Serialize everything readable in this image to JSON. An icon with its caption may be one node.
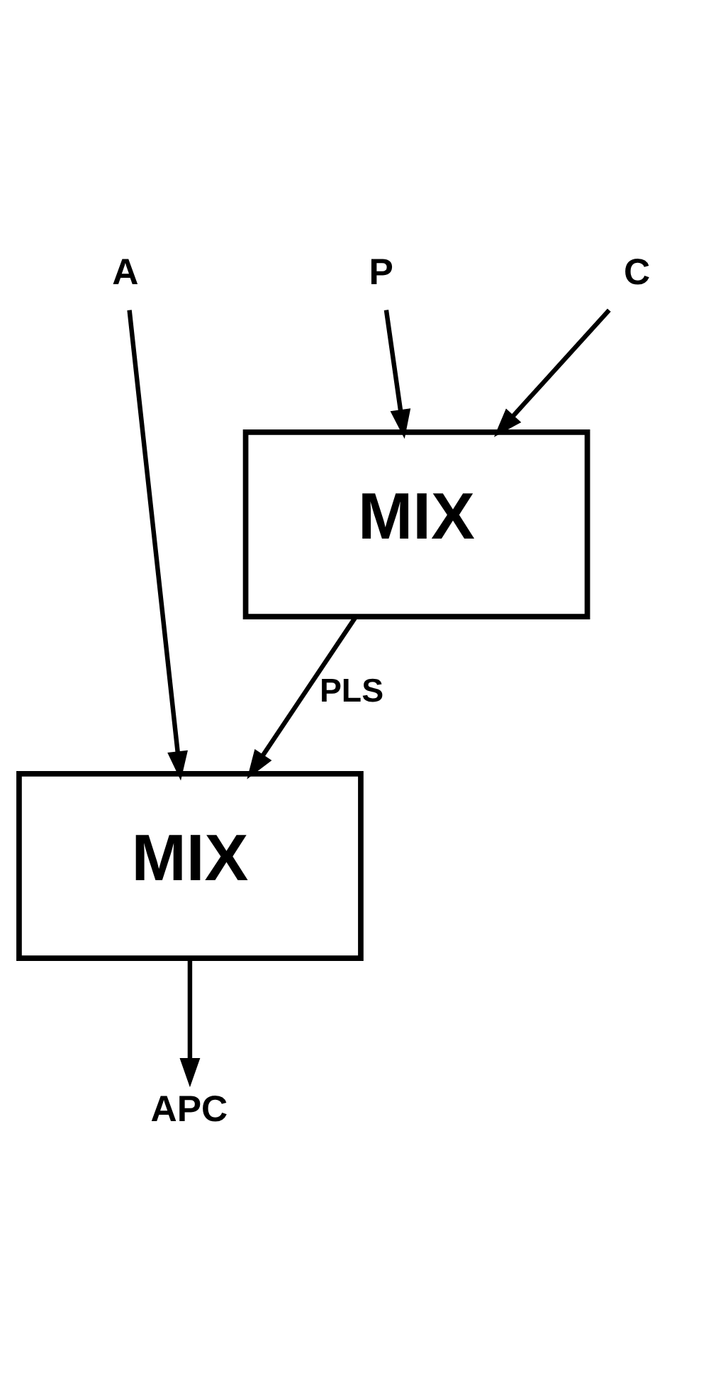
{
  "diagram": {
    "nodes": [
      {
        "text": [
          "A"
        ]
      },
      {
        "text": [
          "P"
        ]
      },
      {
        "text": [
          "C"
        ]
      },
      {
        "text": [
          "MIX"
        ]
      },
      {
        "text": [
          "MIX"
        ]
      },
      {
        "text": [
          "APC"
        ]
      }
    ],
    "edges": [
      {
        "from": 1,
        "to": 3,
        "arrow": "to"
      },
      {
        "from": 2,
        "to": 3,
        "arrow": "to"
      },
      {
        "from": 3,
        "to": 4,
        "arrow": "to",
        "label": "PLS"
      },
      {
        "from": 0,
        "to": 4,
        "arrow": "to"
      },
      {
        "from": 4,
        "to": 5,
        "arrow": "to"
      }
    ]
  }
}
